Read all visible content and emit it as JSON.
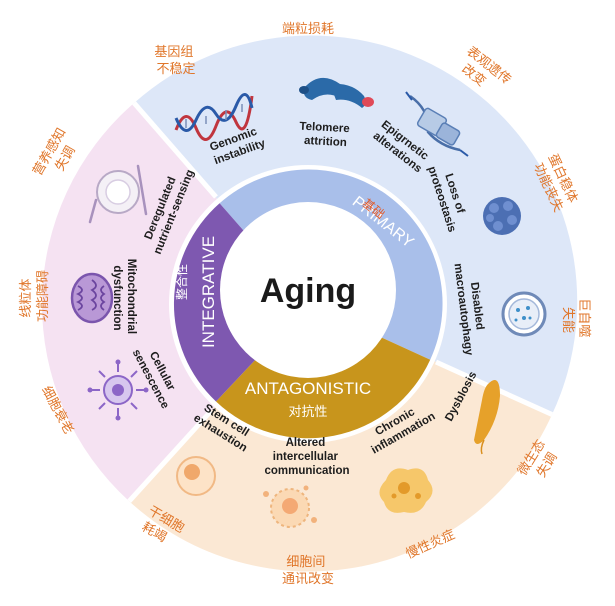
{
  "center": {
    "title": "Aging"
  },
  "groups": {
    "primary": {
      "label": "PRIMARY",
      "cn": "基础",
      "color": "#a9bfea"
    },
    "antagonistic": {
      "label": "ANTAGONISTIC",
      "cn": "对抗性",
      "color": "#c8951c"
    },
    "integrative": {
      "label": "INTEGRATIVE",
      "cn": "整合性",
      "color": "#7e58b0"
    }
  },
  "hallmarks": {
    "genomic": {
      "en1": "Genomic",
      "en2": "instability",
      "cn1": "基因组",
      "cn2": "不稳定"
    },
    "telomere": {
      "en1": "Telomere",
      "en2": "attrition",
      "cn1": "端粒损耗"
    },
    "epigenetic": {
      "en1": "Epigrnetic",
      "en2": "alterations",
      "cn1": "表观遗传",
      "cn2": "改变"
    },
    "proteostasis": {
      "en1": "Loss of",
      "en2": "proteostasis",
      "cn1": "蛋白稳体",
      "cn2": "功能丧失"
    },
    "autophagy": {
      "en1": "Disabled",
      "en2": "macroautophagy",
      "cn1": "巨自噬",
      "cn2": "失能"
    },
    "dysbiosis": {
      "en1": "Dysblosis",
      "cn1": "微生态",
      "cn2": "失调"
    },
    "inflammation": {
      "en1": "Chronic",
      "en2": "inflammation",
      "cn1": "慢性炎症"
    },
    "communication": {
      "en1": "Altered",
      "en2": "intercellular",
      "en3": "communication",
      "cn1": "细胞间",
      "cn2": "通讯改变"
    },
    "stemcell": {
      "en1": "Stem cell",
      "en2": "exhaustion",
      "cn1": "干细胞",
      "cn2": "耗竭"
    },
    "senescence": {
      "en1": "Cellular",
      "en2": "senescence",
      "cn1": "细胞衰老"
    },
    "mitochondrial": {
      "en1": "Mitochondrial",
      "en2": "dysfunction",
      "cn1": "线粒体",
      "cn2": "功能障碍"
    },
    "nutrient": {
      "en1": "Deregulated",
      "en2": "nutrient-sensing",
      "cn1": "营养感知",
      "cn2": "失调"
    }
  }
}
